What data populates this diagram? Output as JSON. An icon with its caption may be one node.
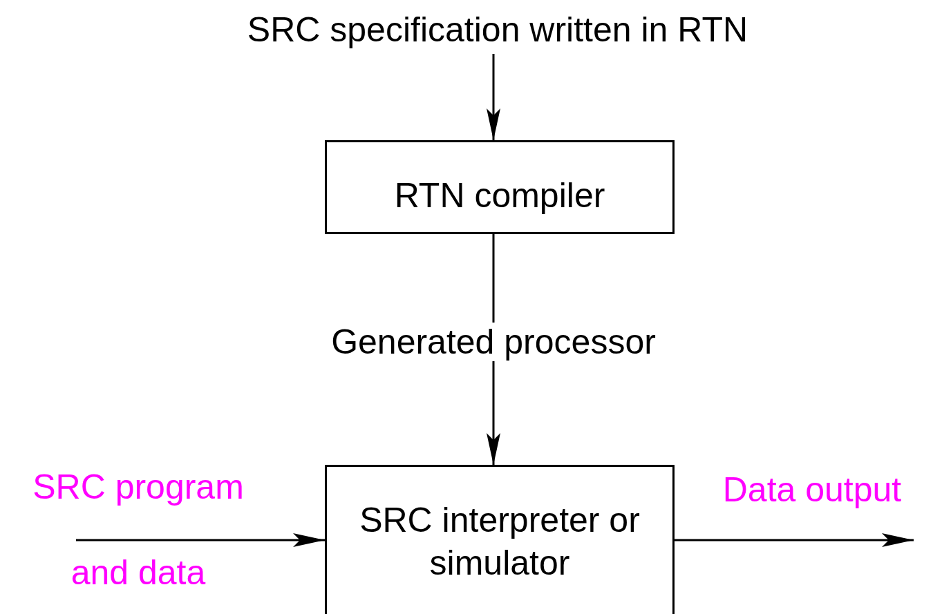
{
  "diagram": {
    "nodes": [
      {
        "text": [
          "SRC specification written in RTN"
        ]
      },
      {
        "text": [
          "RTN compiler"
        ]
      },
      {
        "text": [
          "SRC interpreter or simulator"
        ]
      }
    ],
    "edges": [
      {
        "from": 0,
        "to": 1,
        "arrow": "to"
      },
      {
        "from": 1,
        "to": 2,
        "arrow": "to",
        "label": "Generated processor"
      },
      {
        "from": null,
        "to": 2,
        "arrow": "to",
        "label": "SRC program and data"
      },
      {
        "from": 2,
        "to": null,
        "arrow": "to",
        "label": "Data output"
      }
    ]
  }
}
